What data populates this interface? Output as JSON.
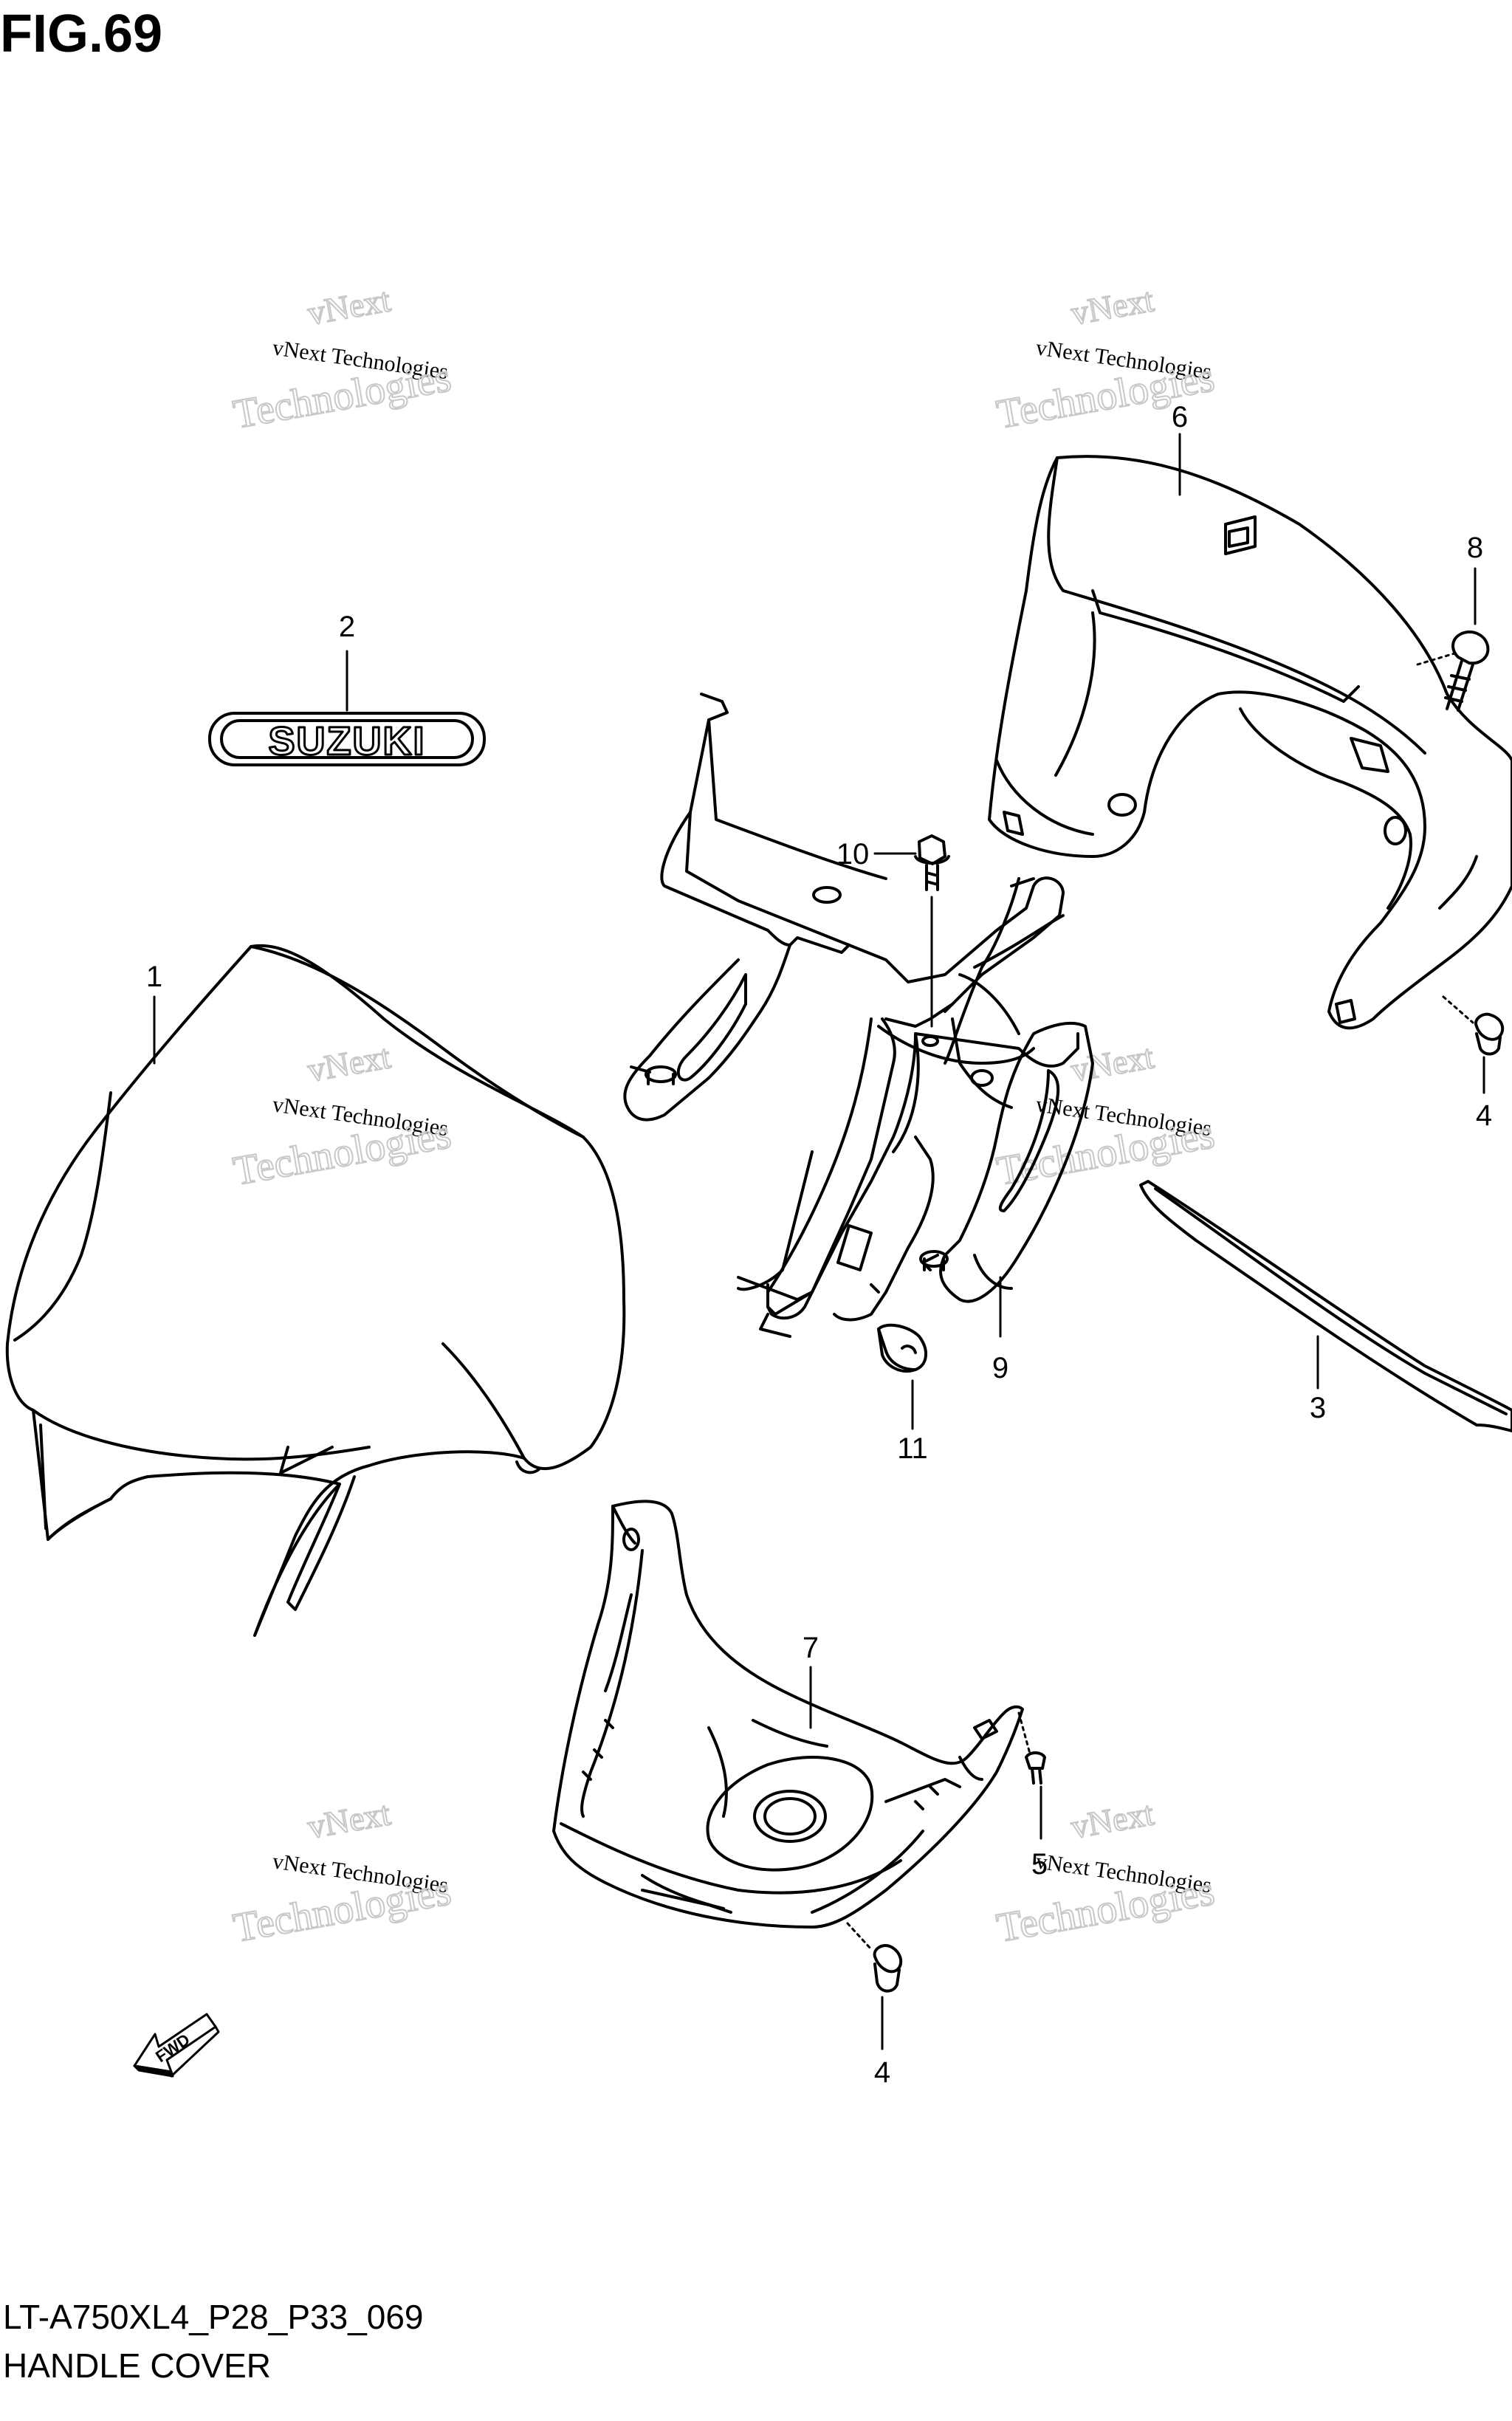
{
  "figure": {
    "title": "FIG.69",
    "code": "LT-A750XL4_P28_P33_069",
    "name": "HANDLE COVER"
  },
  "logo_text": "SUZUKI",
  "fwd_label": "FWD",
  "watermark": {
    "line1": "vNext Technologies",
    "line2": "vNext",
    "line3": "Technologies"
  },
  "callouts": [
    "1",
    "2",
    "3",
    "4",
    "4",
    "5",
    "6",
    "7",
    "8",
    "9",
    "10",
    "11"
  ],
  "colors": {
    "ink": "#000000",
    "paper": "#ffffff",
    "watermark": "#c8c8c8"
  }
}
